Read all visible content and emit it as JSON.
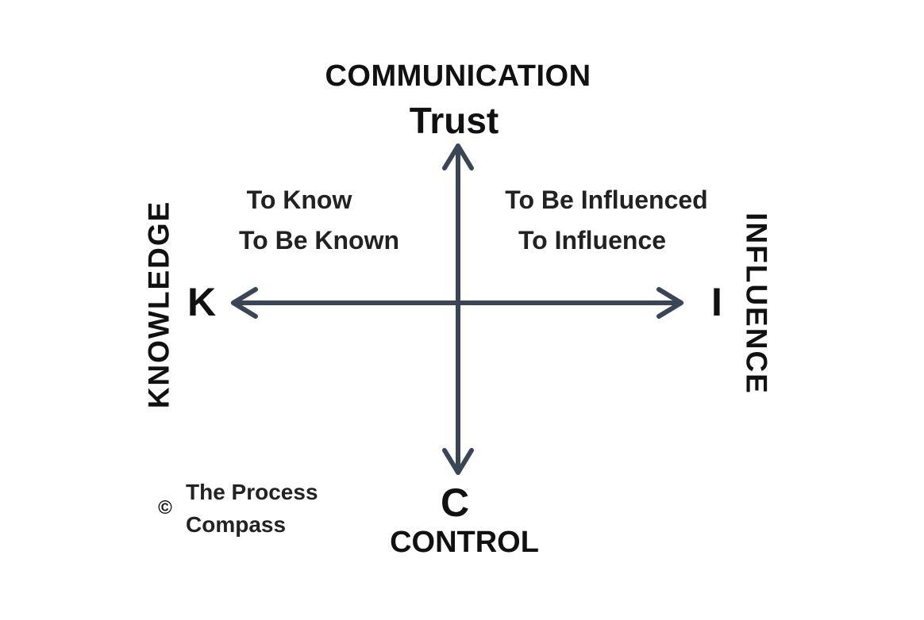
{
  "diagram": {
    "top_category": "COMMUNICATION",
    "top_letter_label": "Trust",
    "left_category": "KNOWLEDGE",
    "left_letter": "K",
    "right_category": "INFLUENCE",
    "right_letter": "I",
    "bottom_letter": "C",
    "bottom_category": "CONTROL",
    "quadrant_top_left": [
      "To Know",
      "To Be Known"
    ],
    "quadrant_top_right": [
      "To Be Influenced",
      "To Influence"
    ],
    "copyright_symbol": "©",
    "copyright_lines": [
      "The Process",
      "Compass"
    ]
  },
  "colors": {
    "arrow": "#3a4556",
    "text": "#111111",
    "background": "#ffffff"
  }
}
